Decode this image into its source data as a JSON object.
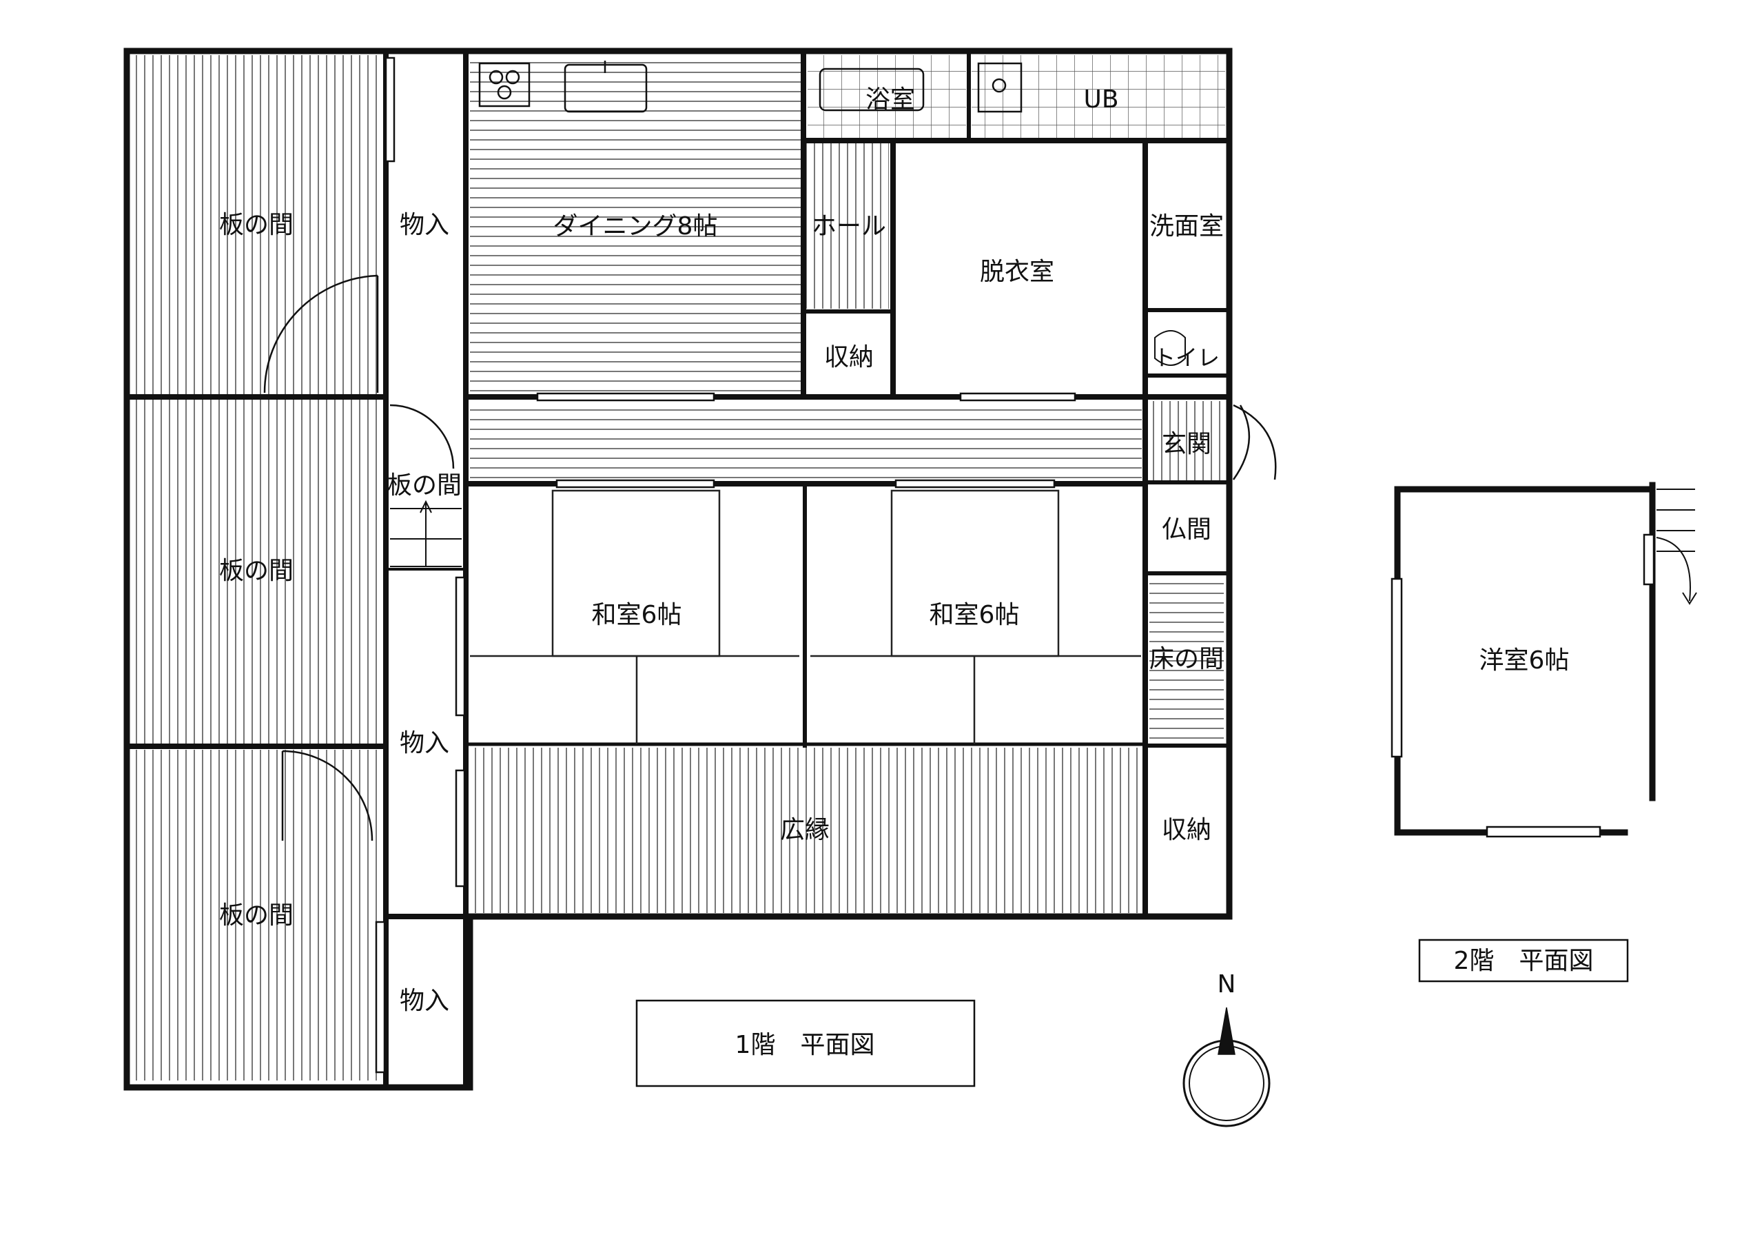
{
  "floor1": {
    "rooms": {
      "itanoma_nw": "板の間",
      "itanoma_w": "板の間",
      "itanoma_sw": "板の間",
      "itanoma_stair": "板の間",
      "monoire_n": "物入",
      "monoire_mid": "物入",
      "monoire_s": "物入",
      "dining": "ダイニング8帖",
      "bath": "浴室",
      "ub": "UB",
      "hall": "ホール",
      "datsui": "脱衣室",
      "senmen": "洗面室",
      "shuno_n": "収納",
      "toilet": "トイレ",
      "genkan": "玄関",
      "butsuma": "仏間",
      "washitsu_w": "和室6帖",
      "washitsu_e": "和室6帖",
      "tokonoma": "床の間",
      "hiroen": "広縁",
      "shuno_s": "収納"
    },
    "caption": "1階　平面図"
  },
  "floor2": {
    "rooms": {
      "yoshitsu": "洋室6帖"
    },
    "caption": "2階　平面図"
  },
  "compass": {
    "north": "N"
  }
}
